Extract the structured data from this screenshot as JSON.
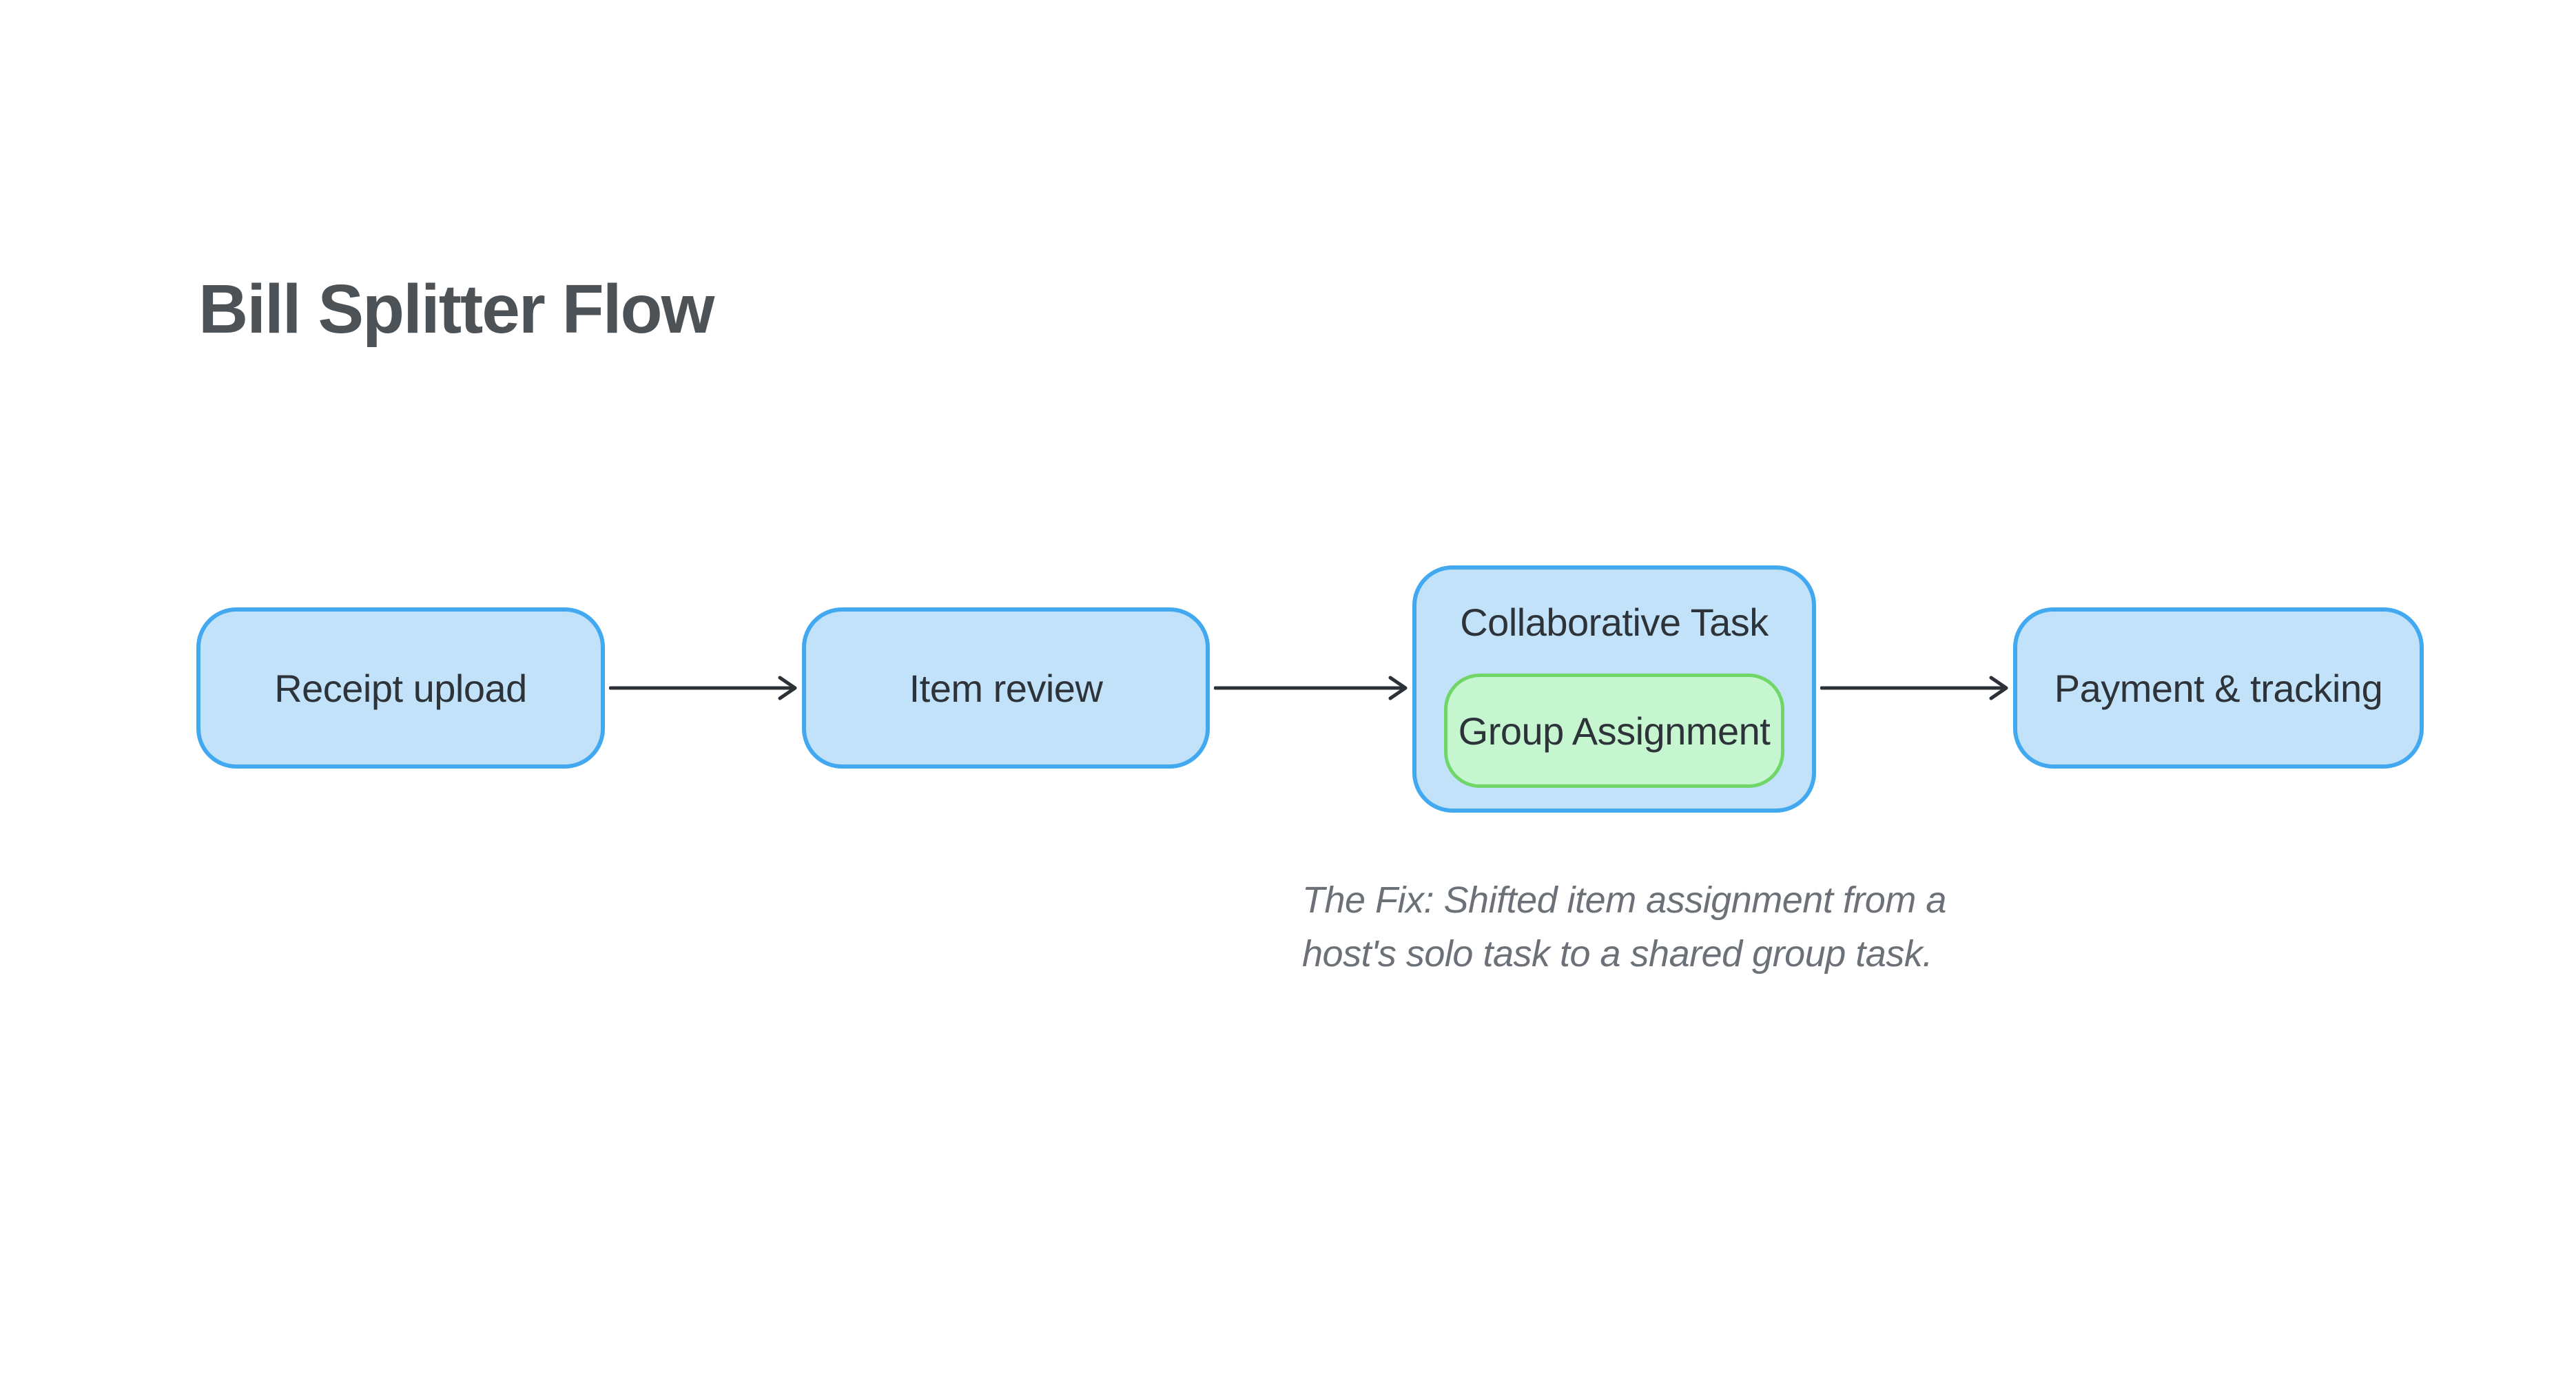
{
  "title": {
    "text": "Bill Splitter Flow"
  },
  "nodes": [
    {
      "id": "receipt-upload",
      "label": "Receipt upload"
    },
    {
      "id": "item-review",
      "label": "Item review"
    },
    {
      "id": "collaborative-task",
      "label": "Collaborative Task"
    },
    {
      "id": "group-assignment",
      "label": "Group Assignment"
    },
    {
      "id": "payment-tracking",
      "label": "Payment & tracking"
    }
  ],
  "caption": {
    "lines": [
      "The Fix: Shifted item assignment from a",
      "host's solo task to a shared group task."
    ]
  },
  "colors": {
    "background": "#ffffff",
    "node_fill": "#c2e2fa",
    "node_border": "#42a9f1",
    "highlight_fill": "#c5f6d0",
    "highlight_border": "#70d668",
    "arrow": "#2c3137",
    "node_text": "#2d3338",
    "title_text": "#4d5257",
    "caption_text": "#6b7176"
  }
}
